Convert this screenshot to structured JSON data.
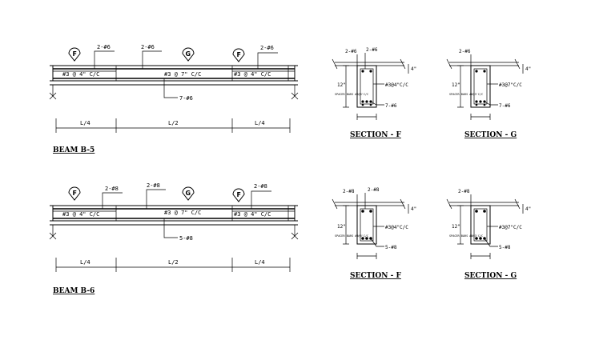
{
  "beams": [
    {
      "title": "BEAM  B-5",
      "top_bar_label": "2-#6",
      "end_bar_label": "2-#6",
      "bottom_bar_label": "7-#6",
      "stirrup_end": "#3 @ 4\" C/C",
      "stirrup_mid": "#3 @ 7\" C/C",
      "bubble_end": "F",
      "bubble_mid": "G",
      "span_end": "L/4",
      "span_mid": "L/2"
    },
    {
      "title": "BEAM  B-6",
      "top_bar_label": "2-#8",
      "end_bar_label": "2-#8",
      "bottom_bar_label": "5-#8",
      "stirrup_end": "#3 @ 4\" C/C",
      "stirrup_mid": "#3 @ 7\" C/C",
      "bubble_end": "F",
      "bubble_mid": "G",
      "span_end": "L/4",
      "span_mid": "L/2"
    }
  ],
  "sections": [
    {
      "title": "SECTION - F",
      "top_left": "2-#6",
      "top_right": "2-#6",
      "stirrup": "#3@4\"C/C",
      "bottom": "7-#6",
      "depth": "12\"",
      "slab": "4\"",
      "spacer": "SPACER BARS #6@3'C/C"
    },
    {
      "title": "SECTION - G",
      "top_left": "2-#6",
      "top_right": "",
      "stirrup": "#3@7\"C/C",
      "bottom": "7-#6",
      "depth": "12\"",
      "slab": "4\"",
      "spacer": "SPACER BARS #6@3'C/C"
    },
    {
      "title": "SECTION - F",
      "top_left": "2-#8",
      "top_right": "2-#8",
      "stirrup": "#3@4\"C/C",
      "bottom": "5-#8",
      "depth": "12\"",
      "slab": "4\"",
      "spacer": "SPACER BARS #8@3'C/C"
    },
    {
      "title": "SECTION - G",
      "top_left": "2-#8",
      "top_right": "",
      "stirrup": "#3@7\"C/C",
      "bottom": "5-#8",
      "depth": "12\"",
      "slab": "4\"",
      "spacer": "SPACER BARS #8@3'C/C"
    }
  ]
}
